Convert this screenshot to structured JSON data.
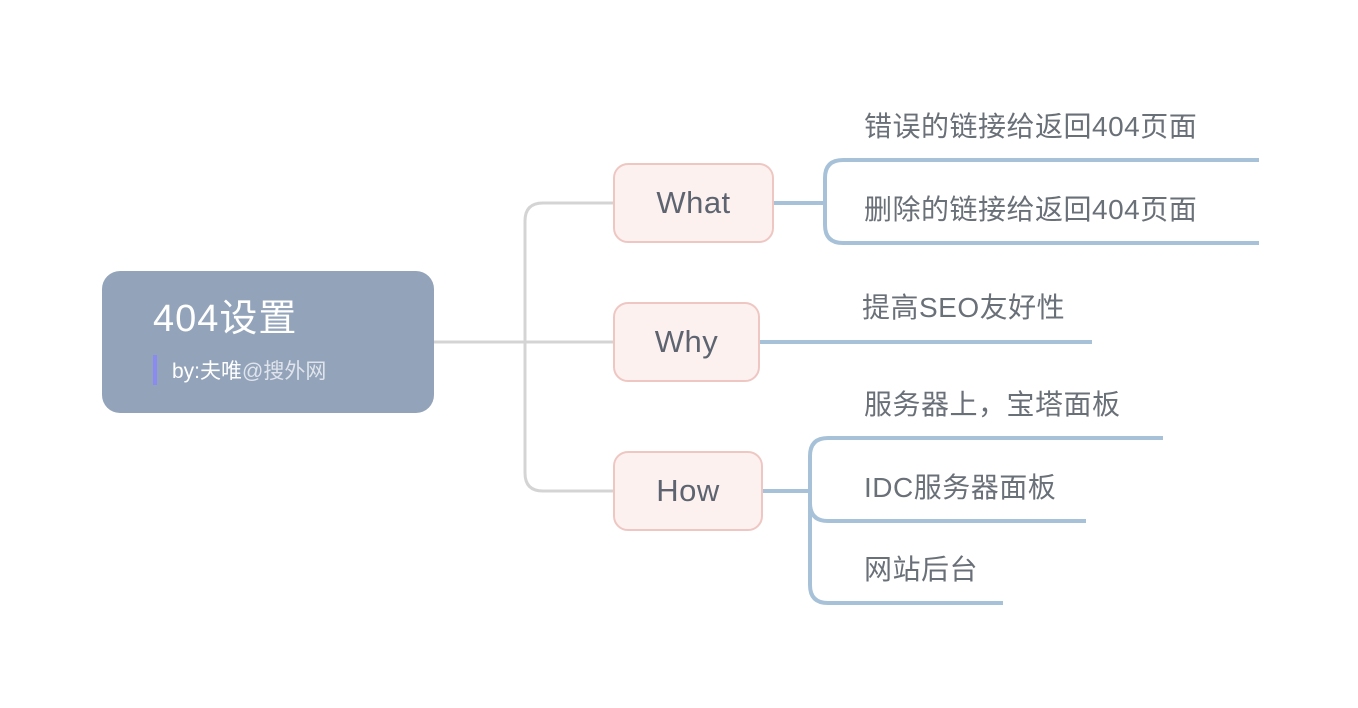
{
  "root": {
    "title": "404设置",
    "byline_prefix": "by:夫唯",
    "byline_suffix": "@搜外网"
  },
  "branches": [
    {
      "label": "What",
      "children": [
        "错误的链接给返回404页面",
        "删除的链接给返回404页面"
      ]
    },
    {
      "label": "Why",
      "children": [
        "提高SEO友好性"
      ]
    },
    {
      "label": "How",
      "children": [
        "服务器上，宝塔面板",
        "IDC服务器面板",
        "网站后台"
      ]
    }
  ],
  "colors": {
    "root-fill": "#92a3ba",
    "root-title": "#ffffff",
    "byline-bar": "#8a8af2",
    "byline-prefix": "#ffffff",
    "byline-suffix": "#dfe4ec",
    "branch-fill": "#fdf1f0",
    "branch-border": "#eec7c3",
    "branch-text": "#5d6470",
    "child-text": "#6a7078",
    "line-blue": "#a7c2d8",
    "line-gray": "#d4d4d4",
    "background": "#ffffff"
  }
}
